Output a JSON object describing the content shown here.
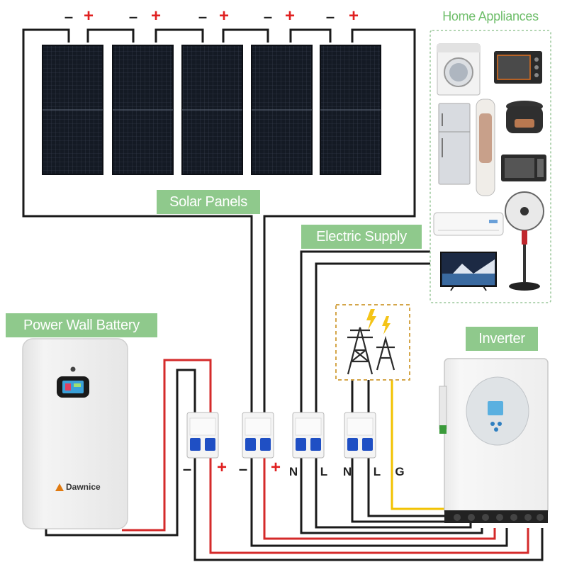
{
  "labels": {
    "solar_panels": "Solar Panels",
    "electric_supply": "Electric Supply",
    "power_wall_battery": "Power Wall Battery",
    "inverter": "Inverter",
    "home_appliances": "Home Appliances"
  },
  "battery_brand": "Dawnice",
  "panel_terminals": [
    {
      "minus": "–",
      "plus": "+"
    },
    {
      "minus": "–",
      "plus": "+"
    },
    {
      "minus": "–",
      "plus": "+"
    },
    {
      "minus": "–",
      "plus": "+"
    },
    {
      "minus": "–",
      "plus": "+"
    }
  ],
  "breaker_terminals": {
    "battery": {
      "minus": "–",
      "plus": "+"
    },
    "solar": {
      "minus": "–",
      "plus": "+"
    },
    "supply": {
      "n": "N",
      "l": "L"
    },
    "grid": {
      "n": "N",
      "l": "L",
      "g": "G"
    }
  },
  "colors": {
    "label_green": "#8fc98c",
    "title_green": "#6fbe6b",
    "wire_black": "#1a1a1a",
    "wire_red": "#d42a2a",
    "wire_yellow": "#f2c200",
    "breaker_blue": "#1f4fc4"
  }
}
